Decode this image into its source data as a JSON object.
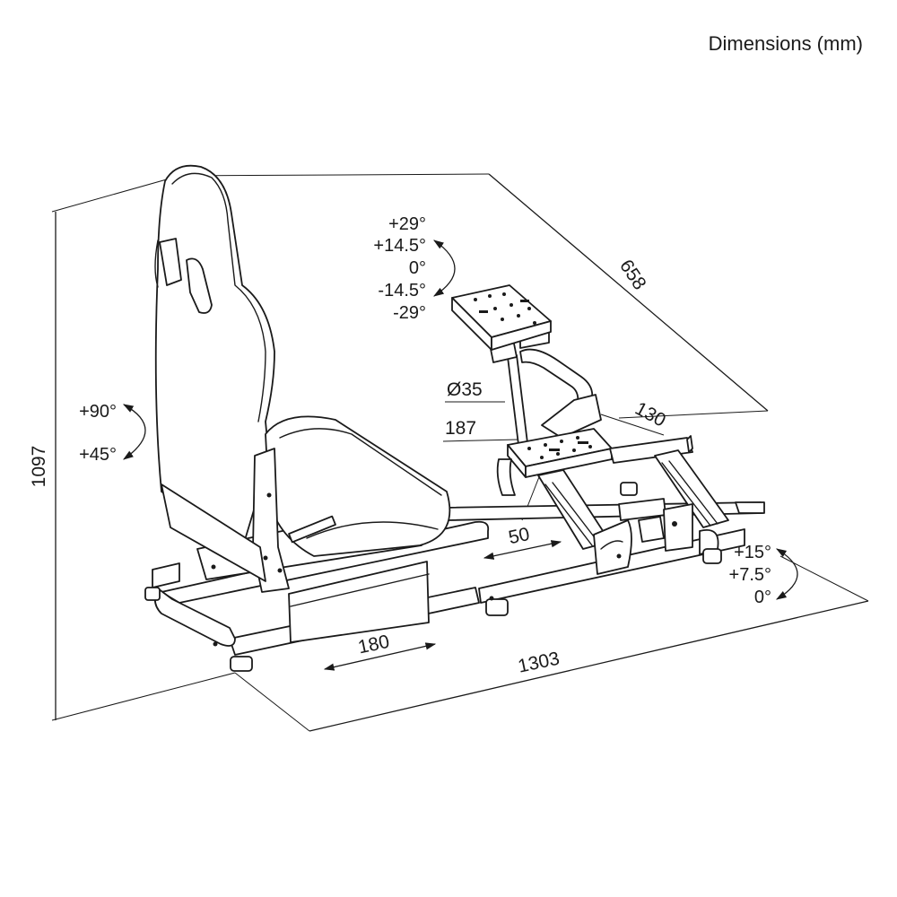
{
  "title": "Dimensions (mm)",
  "dimensions": {
    "height": "1097",
    "depth": "658",
    "length": "1303",
    "seat_slide": "180",
    "base_slide": "50",
    "tube_diameter": "Ø35",
    "column_height": "187",
    "plate_width": "130"
  },
  "angles": {
    "seat_recline": [
      "+90°",
      "+45°"
    ],
    "wheel_tilt": [
      "+29°",
      "+14.5°",
      "0°",
      "-14.5°",
      "-29°"
    ],
    "pedal_tilt": [
      "+15°",
      "+7.5°",
      "0°"
    ]
  }
}
